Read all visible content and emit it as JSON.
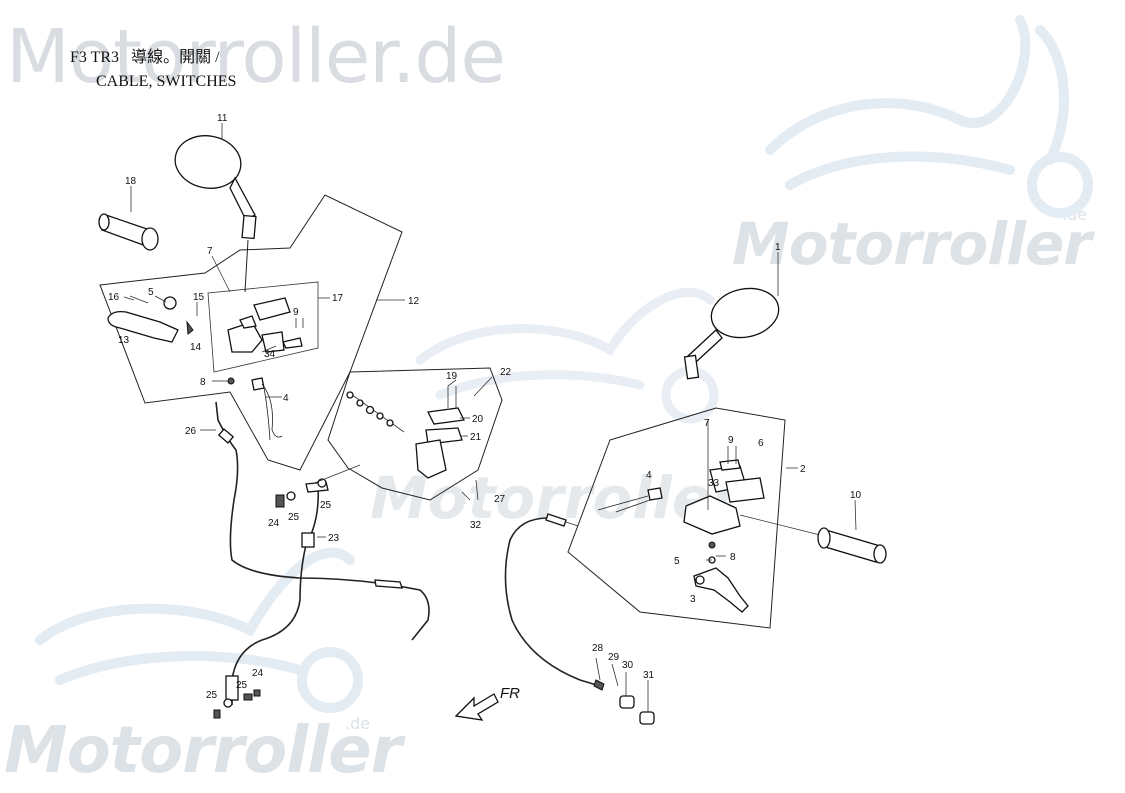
{
  "header": {
    "model": "F3 TR3",
    "title_cn": "導線。開關 /",
    "title_en": "CABLE, SWITCHES"
  },
  "watermarks": {
    "top": "Motorroller.de",
    "right": "Motorroller",
    "right_sup": ".de",
    "mid": "Motorroller",
    "bottom": "Motorroller",
    "bottom_sup": ".de"
  },
  "direction_label": "FR",
  "callouts": {
    "c11": "11",
    "c18": "18",
    "c7a": "7",
    "c16": "16",
    "c5a": "5",
    "c15": "15",
    "c17": "17",
    "c12": "12",
    "c9a": "9",
    "c13": "13",
    "c14": "14",
    "c34": "34",
    "c8a": "8",
    "c4a": "4",
    "c26": "26",
    "c19": "19",
    "c22": "22",
    "c20": "20",
    "c21": "21",
    "c25a": "25",
    "c24a": "24",
    "c25b": "25",
    "c23": "23",
    "c32": "32",
    "c27": "27",
    "c1": "1",
    "c7b": "7",
    "c9b": "9",
    "c6": "6",
    "c2": "2",
    "c4b": "4",
    "c33": "33",
    "c10": "10",
    "c5b": "5",
    "c8b": "8",
    "c3": "3",
    "c28": "28",
    "c29": "29",
    "c30": "30",
    "c31": "31",
    "c24b": "24",
    "c25c": "25",
    "c25d": "25"
  },
  "colors": {
    "line": "#222222",
    "watermark": "#d9dde1",
    "watermark_blue": "#e3ebf3"
  }
}
